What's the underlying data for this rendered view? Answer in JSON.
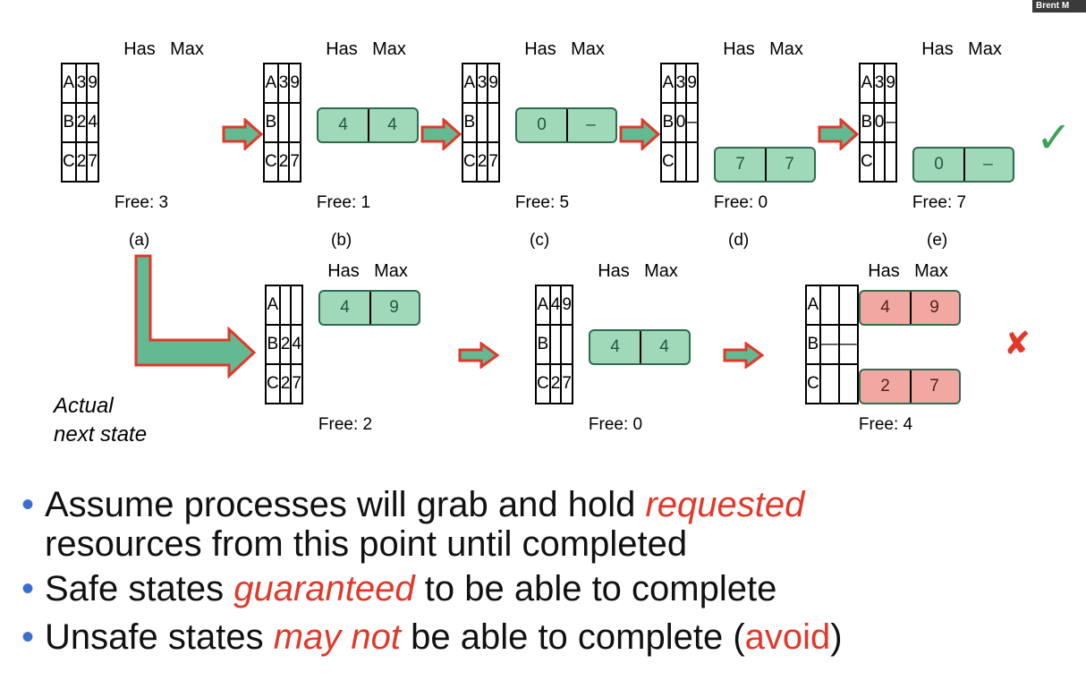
{
  "presenter_tag": "Brent M",
  "column_headers": {
    "has": "Has",
    "max": "Max"
  },
  "top_row": [
    {
      "caption": "(a)",
      "free": "Free: 3",
      "rows": [
        [
          "A",
          "3",
          "9"
        ],
        [
          "B",
          "2",
          "4"
        ],
        [
          "C",
          "2",
          "7"
        ]
      ]
    },
    {
      "caption": "(b)",
      "free": "Free: 1",
      "rows": [
        [
          "A",
          "3",
          "9"
        ],
        [
          "B",
          "4",
          "4"
        ],
        [
          "C",
          "2",
          "7"
        ]
      ]
    },
    {
      "caption": "(c)",
      "free": "Free: 5",
      "rows": [
        [
          "A",
          "3",
          "9"
        ],
        [
          "B",
          "0",
          "–"
        ],
        [
          "C",
          "2",
          "7"
        ]
      ]
    },
    {
      "caption": "(d)",
      "free": "Free: 0",
      "rows": [
        [
          "A",
          "3",
          "9"
        ],
        [
          "B",
          "0",
          "–"
        ],
        [
          "C",
          "7",
          "7"
        ]
      ]
    },
    {
      "caption": "(e)",
      "free": "Free: 7",
      "rows": [
        [
          "A",
          "3",
          "9"
        ],
        [
          "B",
          "0",
          "–"
        ],
        [
          "C",
          "0",
          "–"
        ]
      ]
    }
  ],
  "bottom_row": [
    {
      "free": "Free: 2",
      "rows": [
        [
          "A",
          "4",
          "9"
        ],
        [
          "B",
          "2",
          "4"
        ],
        [
          "C",
          "2",
          "7"
        ]
      ]
    },
    {
      "free": "Free: 0",
      "rows": [
        [
          "A",
          "4",
          "9"
        ],
        [
          "B",
          "4",
          "4"
        ],
        [
          "C",
          "2",
          "7"
        ]
      ]
    },
    {
      "free": "Free: 4",
      "rows": [
        [
          "A",
          "4",
          "9"
        ],
        [
          "B",
          "—",
          "—"
        ],
        [
          "C",
          "2",
          "7"
        ]
      ]
    }
  ],
  "safe_mark": "✓",
  "unsafe_mark": "✘",
  "note_line1": "Actual",
  "note_line2": "next state",
  "bullets": {
    "b1_pre": "Assume processes will grab and hold ",
    "b1_em": "requested",
    "b1_post": "resources from this point until completed",
    "b2_pre": "Safe states ",
    "b2_em": "guaranteed",
    "b2_post": " to be able to complete",
    "b3_pre": "Unsafe states ",
    "b3_em": "may not",
    "b3_mid": " be able to complete (",
    "b3_red": "avoid",
    "b3_post": ")"
  },
  "colors": {
    "highlight_green": "#60be8c",
    "highlight_red": "#e86e64",
    "arrow_fill": "#63b992",
    "arrow_stroke": "#e2382a",
    "check": "#3aa35a",
    "cross": "#e2382a",
    "bullet": "#3a6fd0"
  }
}
